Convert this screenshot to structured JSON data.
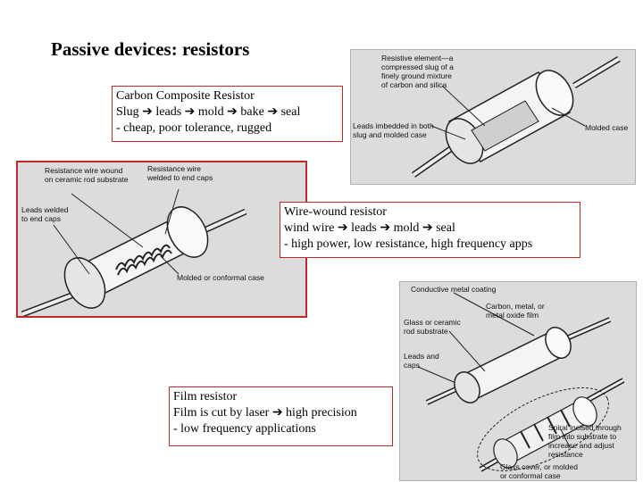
{
  "slide": {
    "title": "Passive devices: resistors"
  },
  "carbon": {
    "caption": {
      "line1": "Carbon Composite Resistor",
      "line2": "Slug ➔ leads ➔ mold ➔ bake ➔ seal",
      "line3": "- cheap, poor tolerance, rugged"
    },
    "figure_labels": {
      "element_l1": "Resistive element—a",
      "element_l2": "compressed slug of a",
      "element_l3": "finely ground mixture",
      "element_l4": "of carbon and silica",
      "leads_l1": "Leads imbedded in both",
      "leads_l2": "slug and molded case",
      "case": "Molded case"
    }
  },
  "wirewound": {
    "caption": {
      "line1": "Wire-wound resistor",
      "line2": "wind wire ➔ leads ➔ mold ➔ seal",
      "line3": "- high power, low resistance, high frequency apps"
    },
    "figure_labels": {
      "wire_l1": "Resistance wire wound",
      "wire_l2": "on ceramic rod substrate",
      "welded_l1": "Resistance wire",
      "welded_l2": "welded to end caps",
      "leads_l1": "Leads welded",
      "leads_l2": "to end caps",
      "case": "Molded or conformal case"
    }
  },
  "film": {
    "caption": {
      "line1": "Film resistor",
      "line2": "Film is cut by laser ➔ high precision",
      "line3": "- low frequency applications"
    },
    "figure_labels": {
      "coating": "Conductive metal coating",
      "film_l1": "Carbon, metal, or",
      "film_l2": "metal oxide film",
      "glass_l1": "Glass or ceramic",
      "glass_l2": "rod substrate",
      "leads_l1": "Leads and",
      "leads_l2": "caps",
      "spiral_l1": "Spiral incised through",
      "spiral_l2": "film into substrate to",
      "spiral_l3": "increase and adjust",
      "spiral_l4": "resistance",
      "cover_l1": "Glass cover, or molded",
      "cover_l2": "or conformal case"
    }
  }
}
